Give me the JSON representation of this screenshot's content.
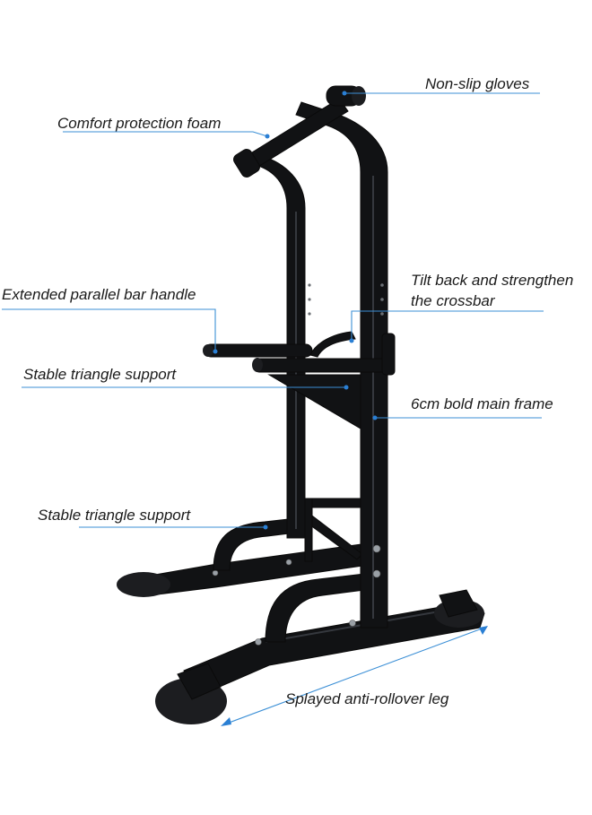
{
  "labels": {
    "non_slip_gloves": "Non-slip gloves",
    "comfort_foam": "Comfort protection foam",
    "tilt_back_line1": "Tilt back and strengthen",
    "tilt_back_line2": "the crossbar",
    "extended_handle": "Extended parallel bar handle",
    "stable_support_upper": "Stable triangle support",
    "bold_main_frame": "6cm bold main frame",
    "stable_support_lower": "Stable triangle support",
    "splayed_leg": "Splayed anti-rollover leg"
  },
  "colors": {
    "leader_line": "#3b8fd6",
    "frame": "#111214",
    "background": "#ffffff"
  }
}
